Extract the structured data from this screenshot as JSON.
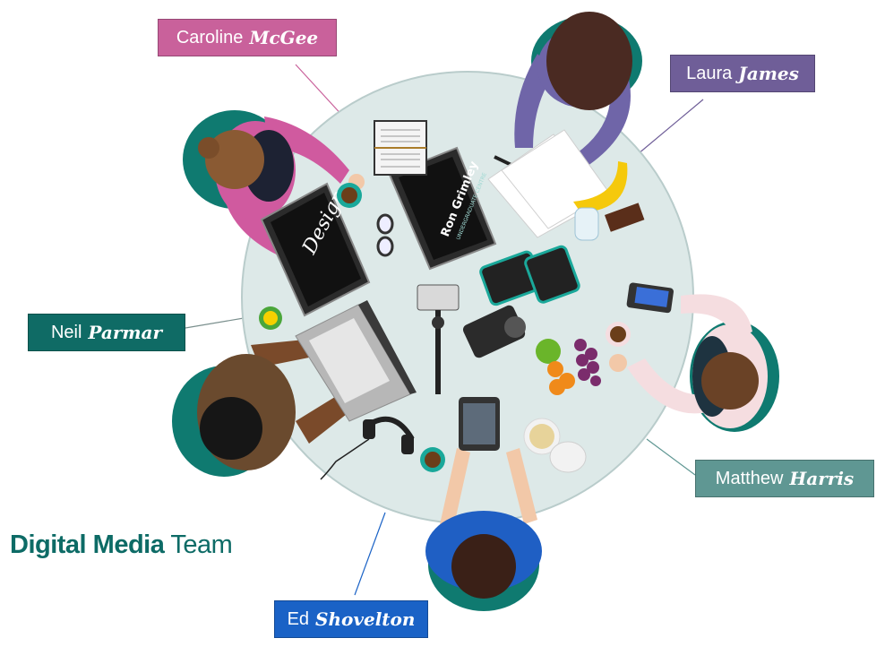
{
  "team": {
    "title_bold": "Digital Media",
    "title_regular": "Team"
  },
  "members": {
    "caroline": {
      "first": "Caroline",
      "last": "McGee",
      "color": "#c9619b"
    },
    "laura": {
      "first": "Laura",
      "last": "James",
      "color": "#6f5e98"
    },
    "neil": {
      "first": "Neil",
      "last": "Parmar",
      "color": "#0f6b65"
    },
    "matthew": {
      "first": "Matthew",
      "last": "Harris",
      "color": "#5f9793"
    },
    "ed": {
      "first": "Ed",
      "last": "Shovelton",
      "color": "#1a62c6"
    }
  },
  "brand_accent": "#0d6b66",
  "table_color": "#dde9e8",
  "tablet_text": {
    "left": "Design",
    "right": "Ron Grimley",
    "right_sub": "UNDERGRADUATE CENTRE"
  }
}
